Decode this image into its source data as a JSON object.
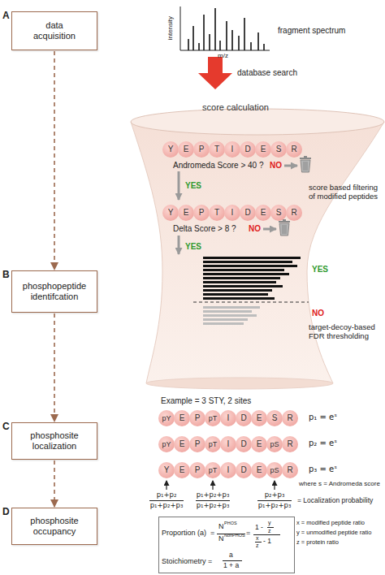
{
  "diagram": {
    "nodes": [
      {
        "text": [
          "data acquisition"
        ]
      },
      {
        "text": [
          "score calculation"
        ]
      },
      {
        "text": [
          "Y",
          "E",
          "P",
          "T",
          "I",
          "D",
          "E",
          "S",
          "R"
        ],
        "in": 1
      },
      {
        "text": [
          "Y",
          "E",
          "P",
          "T",
          "I",
          "D",
          "E",
          "S",
          "R"
        ],
        "in": 1
      },
      {
        "text": [
          "phosphopeptide identifcation"
        ]
      },
      {
        "text": [
          "phosphosite localization"
        ]
      },
      {
        "text": [
          "pY",
          "E",
          "P",
          "pT",
          "I",
          "D",
          "E",
          "S",
          "R"
        ]
      },
      {
        "text": [
          "pY",
          "E",
          "P",
          "pT",
          "I",
          "D",
          "E",
          "pS",
          "R"
        ]
      },
      {
        "text": [
          "Y",
          "E",
          "P",
          "pT",
          "I",
          "D",
          "E",
          "pS",
          "R"
        ]
      },
      {
        "text": [
          "phosphosite occupancy"
        ]
      },
      {
        "text": [
          "Proportion (a)",
          "=",
          "N",
          "PHOS",
          "N",
          "NonPHOS",
          "=",
          "1 -",
          "y",
          "z",
          "x",
          "z",
          "- 1",
          "Stoichiometry =",
          "a",
          "1 + a"
        ]
      }
    ],
    "edges": [
      {
        "from": 0,
        "to": 4,
        "arrow": "to"
      },
      {
        "from": 4,
        "to": 5,
        "arrow": "to"
      },
      {
        "from": 5,
        "to": 9,
        "arrow": "to"
      }
    ],
    "labels": [
      "A",
      "B",
      "C",
      "D",
      "intensity",
      "m/z",
      "fragment spectrum",
      "database search",
      "Andromeda Score > 40 ?",
      "NO",
      "YES",
      "Delta Score > 8 ?",
      "NO",
      "YES",
      "YES",
      "NO",
      "score based filtering of modified peptides",
      "target-decoy-based FDR thresholding",
      "Example = 3 STY, 2 sites",
      "p₁ = eˢ",
      "p₂ = eˢ",
      "p₃ = eˢ",
      "where s = Andromeda score",
      "p₁+p₂",
      "p₁+p₂+p₃",
      "p₁+p₂+p₃",
      "p₁+p₂+p₃",
      "p₂+p₃",
      "p₁+p₂+p₃",
      "= Localization probability",
      "x = modified peptide ratio",
      "y = unmodified peptide ratio",
      "z = protein ratio"
    ]
  }
}
